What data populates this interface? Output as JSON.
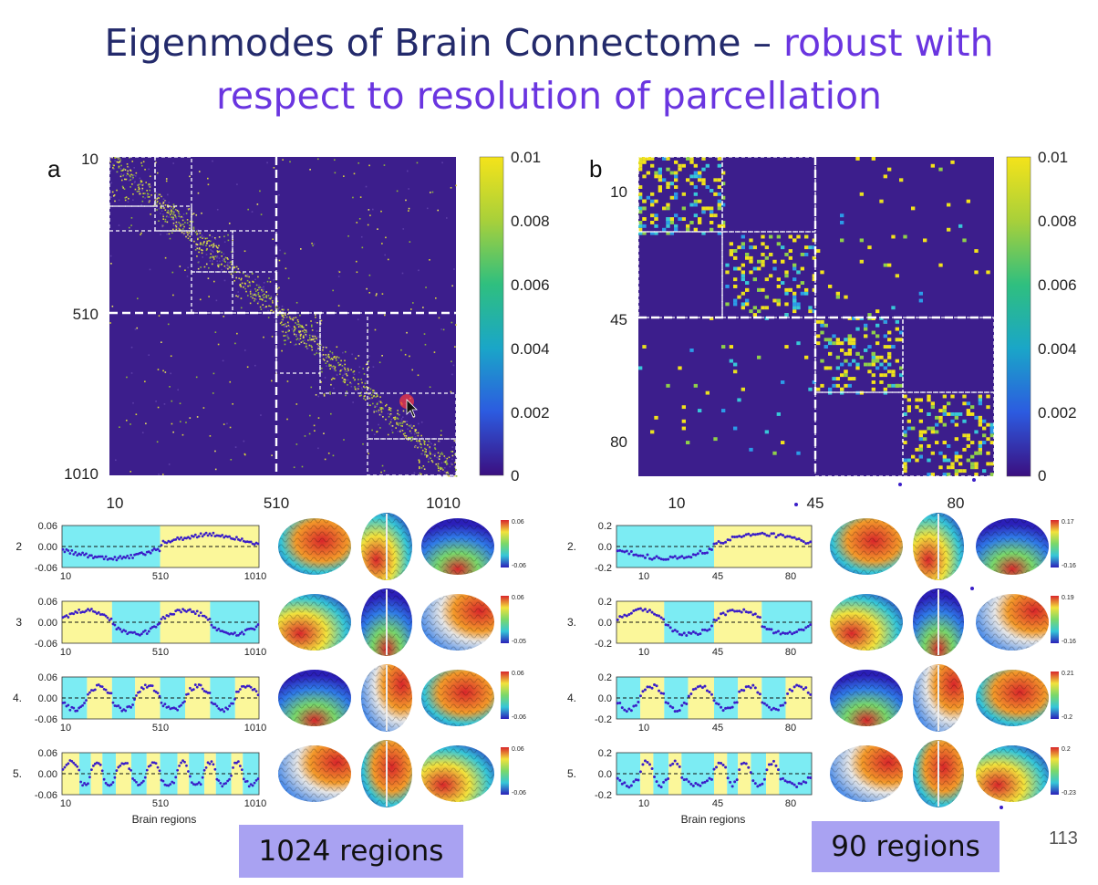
{
  "slide": {
    "title_part1": "Eigenmodes of Brain Connectome – ",
    "title_part2a": "robust with",
    "title_part2b": "respect to resolution of parcellation",
    "page_number": "113"
  },
  "colors": {
    "title_dark": "#232a6b",
    "title_accent": "#6a35e0",
    "matrix_bg": "#3c1e8c",
    "colorbar_stops": [
      "#3b0f80",
      "#2c5be0",
      "#1aa6c8",
      "#2fbf7f",
      "#a8d03a",
      "#f4e31a"
    ],
    "positive_band": "#fbf79a",
    "negative_band": "#7cecf3",
    "dots": "#3a1ec8",
    "label_box": "#a9a2f2",
    "brain_map": [
      "#2b1fb8",
      "#2f7be8",
      "#35c6d8",
      "#7ad86a",
      "#f2e23c",
      "#f39a2a",
      "#d8262a"
    ]
  },
  "panel_a": {
    "letter": "a",
    "matrix_y_ticks": [
      "10",
      "510",
      "1010"
    ],
    "matrix_x_ticks": [
      "10",
      "510",
      "1010"
    ],
    "colorbar_ticks": [
      "0.01",
      "0.008",
      "0.006",
      "0.004",
      "0.002",
      "0"
    ],
    "mode_rows": [
      {
        "index": "2",
        "y_ticks": [
          "0.06",
          "0.00",
          "-0.06"
        ],
        "x_ticks": [
          "10",
          "510",
          "1010"
        ],
        "colorbar": [
          "0.06",
          "-0.06"
        ],
        "bands": [
          {
            "s": 0,
            "e": 510,
            "sign": "neg"
          },
          {
            "s": 510,
            "e": 1024,
            "sign": "pos"
          }
        ]
      },
      {
        "index": "3",
        "y_ticks": [
          "0.06",
          "0.00",
          "-0.06"
        ],
        "x_ticks": [
          "10",
          "510",
          "1010"
        ],
        "colorbar": [
          "0.06",
          "-0.05"
        ],
        "bands": [
          {
            "s": 0,
            "e": 260,
            "sign": "pos"
          },
          {
            "s": 260,
            "e": 510,
            "sign": "neg"
          },
          {
            "s": 510,
            "e": 770,
            "sign": "pos"
          },
          {
            "s": 770,
            "e": 1024,
            "sign": "neg"
          }
        ]
      },
      {
        "index": "4.",
        "y_ticks": [
          "0.06",
          "0.00",
          "-0.06"
        ],
        "x_ticks": [
          "10",
          "510",
          "1010"
        ],
        "colorbar": [
          "0.06",
          "-0.06"
        ],
        "bands": [
          {
            "s": 0,
            "e": 130,
            "sign": "neg"
          },
          {
            "s": 130,
            "e": 260,
            "sign": "pos"
          },
          {
            "s": 260,
            "e": 380,
            "sign": "neg"
          },
          {
            "s": 380,
            "e": 510,
            "sign": "pos"
          },
          {
            "s": 510,
            "e": 640,
            "sign": "neg"
          },
          {
            "s": 640,
            "e": 770,
            "sign": "pos"
          },
          {
            "s": 770,
            "e": 900,
            "sign": "neg"
          },
          {
            "s": 900,
            "e": 1024,
            "sign": "pos"
          }
        ]
      },
      {
        "index": "5.",
        "y_ticks": [
          "0.06",
          "0.00",
          "-0.06"
        ],
        "x_ticks": [
          "10",
          "510",
          "1010"
        ],
        "colorbar": [
          "0.06",
          "-0.06"
        ],
        "bands": [
          {
            "s": 0,
            "e": 90,
            "sign": "pos"
          },
          {
            "s": 90,
            "e": 150,
            "sign": "neg"
          },
          {
            "s": 150,
            "e": 210,
            "sign": "pos"
          },
          {
            "s": 210,
            "e": 280,
            "sign": "neg"
          },
          {
            "s": 280,
            "e": 360,
            "sign": "pos"
          },
          {
            "s": 360,
            "e": 440,
            "sign": "neg"
          },
          {
            "s": 440,
            "e": 510,
            "sign": "pos"
          },
          {
            "s": 510,
            "e": 600,
            "sign": "neg"
          },
          {
            "s": 600,
            "e": 660,
            "sign": "pos"
          },
          {
            "s": 660,
            "e": 740,
            "sign": "neg"
          },
          {
            "s": 740,
            "e": 800,
            "sign": "pos"
          },
          {
            "s": 800,
            "e": 880,
            "sign": "neg"
          },
          {
            "s": 880,
            "e": 940,
            "sign": "pos"
          },
          {
            "s": 940,
            "e": 1024,
            "sign": "neg"
          }
        ]
      }
    ],
    "x_axis_title": "Brain regions",
    "region_label": "1024 regions"
  },
  "panel_b": {
    "letter": "b",
    "matrix_y_ticks": [
      "10",
      "45",
      "80"
    ],
    "matrix_x_ticks": [
      "10",
      "45",
      "80"
    ],
    "colorbar_ticks": [
      "0.01",
      "0.008",
      "0.006",
      "0.004",
      "0.002",
      "0"
    ],
    "mode_rows": [
      {
        "index": "2.",
        "y_ticks": [
          "0.2",
          "0.0",
          "-0.2"
        ],
        "x_ticks": [
          "10",
          "45",
          "80"
        ],
        "colorbar": [
          "0.17",
          "-0.16"
        ],
        "bands": [
          {
            "s": 0,
            "e": 45,
            "sign": "neg"
          },
          {
            "s": 45,
            "e": 90,
            "sign": "pos"
          }
        ]
      },
      {
        "index": "3.",
        "y_ticks": [
          "0.2",
          "0.0",
          "-0.2"
        ],
        "x_ticks": [
          "10",
          "45",
          "80"
        ],
        "colorbar": [
          "0.19",
          "-0.16"
        ],
        "bands": [
          {
            "s": 0,
            "e": 22,
            "sign": "pos"
          },
          {
            "s": 22,
            "e": 45,
            "sign": "neg"
          },
          {
            "s": 45,
            "e": 67,
            "sign": "pos"
          },
          {
            "s": 67,
            "e": 90,
            "sign": "neg"
          }
        ]
      },
      {
        "index": "4.",
        "y_ticks": [
          "0.2",
          "0.0",
          "-0.2"
        ],
        "x_ticks": [
          "10",
          "45",
          "80"
        ],
        "colorbar": [
          "0.21",
          "-0.2"
        ],
        "bands": [
          {
            "s": 0,
            "e": 11,
            "sign": "neg"
          },
          {
            "s": 11,
            "e": 22,
            "sign": "pos"
          },
          {
            "s": 22,
            "e": 33,
            "sign": "neg"
          },
          {
            "s": 33,
            "e": 45,
            "sign": "pos"
          },
          {
            "s": 45,
            "e": 56,
            "sign": "neg"
          },
          {
            "s": 56,
            "e": 67,
            "sign": "pos"
          },
          {
            "s": 67,
            "e": 78,
            "sign": "neg"
          },
          {
            "s": 78,
            "e": 90,
            "sign": "pos"
          }
        ]
      },
      {
        "index": "5.",
        "y_ticks": [
          "0.2",
          "0.0",
          "-0.2"
        ],
        "x_ticks": [
          "10",
          "45",
          "80"
        ],
        "colorbar": [
          "0.2",
          "-0.23"
        ],
        "bands": [
          {
            "s": 0,
            "e": 11,
            "sign": "neg"
          },
          {
            "s": 11,
            "e": 17,
            "sign": "pos"
          },
          {
            "s": 17,
            "e": 24,
            "sign": "neg"
          },
          {
            "s": 24,
            "e": 30,
            "sign": "pos"
          },
          {
            "s": 30,
            "e": 45,
            "sign": "neg"
          },
          {
            "s": 45,
            "e": 51,
            "sign": "pos"
          },
          {
            "s": 51,
            "e": 56,
            "sign": "neg"
          },
          {
            "s": 56,
            "e": 62,
            "sign": "pos"
          },
          {
            "s": 62,
            "e": 69,
            "sign": "neg"
          },
          {
            "s": 69,
            "e": 75,
            "sign": "pos"
          },
          {
            "s": 75,
            "e": 90,
            "sign": "neg"
          }
        ]
      }
    ],
    "x_axis_title": "Brain regions",
    "region_label": "90 regions"
  }
}
